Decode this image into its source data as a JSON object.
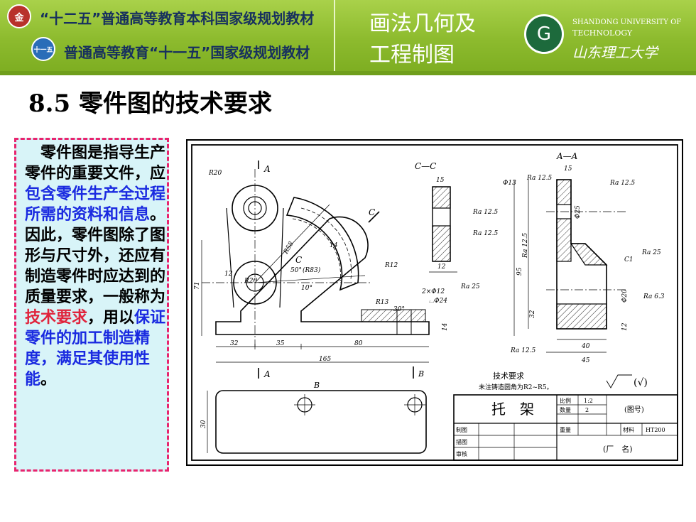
{
  "banner": {
    "line1": "“十二五”普通高等教育本科国家级规划教材",
    "line2": "普通高等教育“十一五”国家级规划教材",
    "seal1": "金",
    "seal2": "十一五",
    "course_line1": "画法几何及",
    "course_line2": "工程制图",
    "uni_en1": "SHANDONG UNIVERSITY OF",
    "uni_en2": "TECHNOLOGY",
    "uni_cn": "山东理工大学"
  },
  "title": "8.5  零件图的技术要求",
  "textbox": {
    "part1": "零件图是指导生产零件的重要文件，应",
    "part2": "包含零件生产全过程所需的资料和信息",
    "part3": "。因此，零件图除了图形与尺寸外，还应有制造零件时应达到的质量要求，一般称为",
    "part4": "技术要求",
    "part5": "，用以",
    "part6": "保证零件的加工制造精度，满足其使用性能",
    "part7": "。"
  },
  "drawing": {
    "view_cc": "C—C",
    "view_aa": "A—A",
    "label_a": "A",
    "label_b": "B",
    "label_c": "C",
    "dims": {
      "r20": "R20",
      "r58": "R58",
      "r83": "(R83)",
      "r12": "R12",
      "r13": "R13",
      "r20b": "R20",
      "a50": "50°",
      "a10": "10°",
      "a30": "30°",
      "d14": "14",
      "d12": "12",
      "d71": "71",
      "d32": "32",
      "d35": "35",
      "d80": "80",
      "d165": "165",
      "d15": "15",
      "d12b": "12",
      "d14b": "14",
      "d95": "95",
      "d32b": "32",
      "d40": "40",
      "d45": "45",
      "d30": "30",
      "d15b": "15",
      "phi13": "Φ13",
      "phi25": "Φ25",
      "phi20": "Φ20",
      "c1": "C1",
      "holes": "2×Φ12",
      "cbore": "⌴Φ24"
    },
    "roughness": {
      "ra125": "Ra 12.5",
      "ra25": "Ra 25",
      "ra63": "Ra 6.3"
    },
    "notes_title": "技术要求",
    "notes_body": "未注铸造圆角为R2~R5。",
    "symbol_note": "(√)",
    "title_block": {
      "part_name": "托　架",
      "scale_label": "比例",
      "scale_value": "1:2",
      "qty_label": "数量",
      "qty_value": "2",
      "drawing_no": "(图号)",
      "drawn": "制图",
      "traced": "描图",
      "checked": "审核",
      "weight": "重量",
      "material_label": "材料",
      "material_value": "HT200",
      "factory": "(厂　名)"
    }
  }
}
